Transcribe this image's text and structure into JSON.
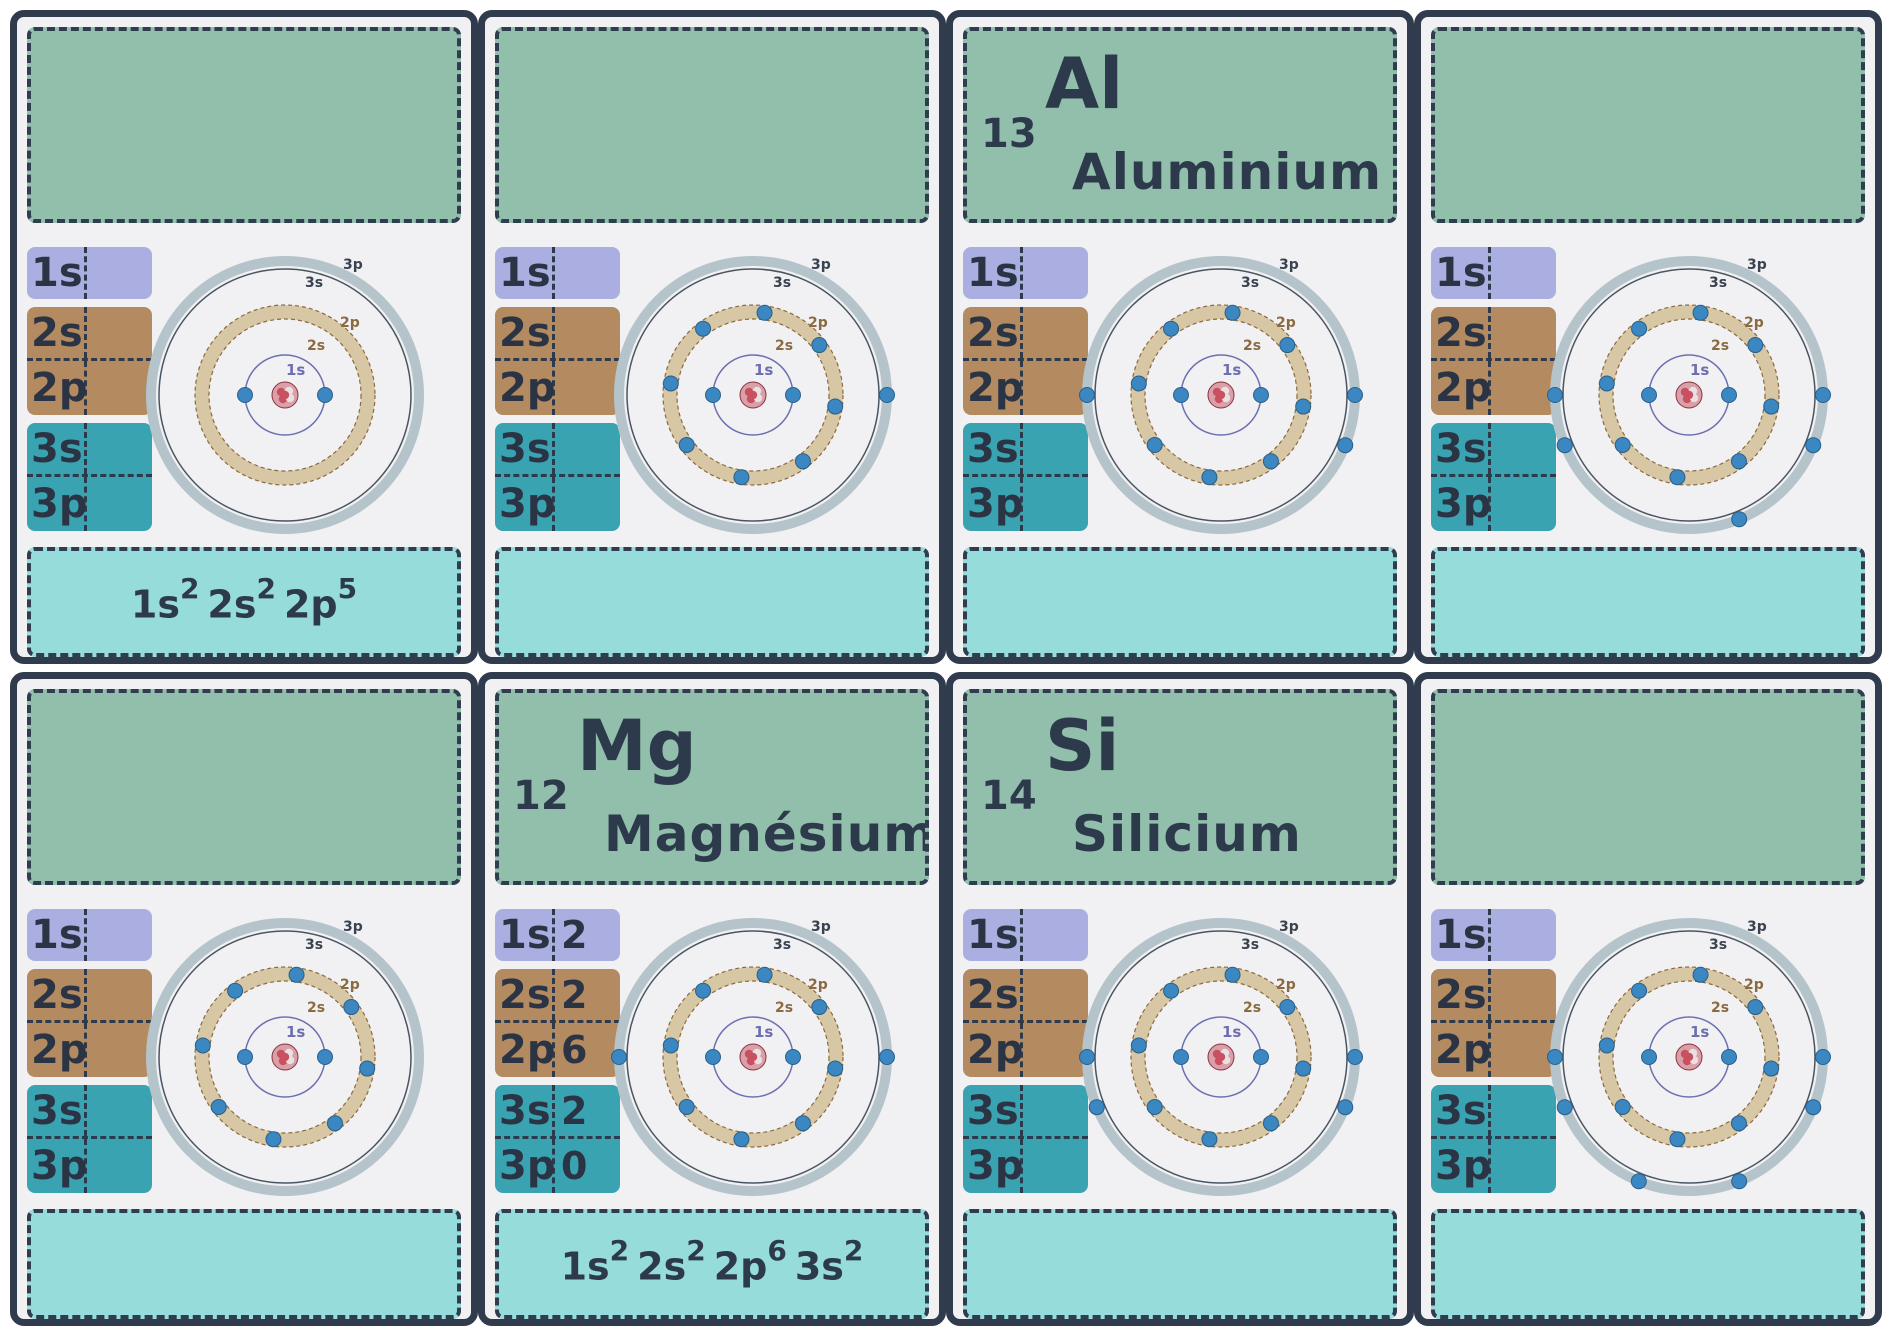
{
  "orbital_labels": [
    "1s",
    "2s",
    "2p",
    "3s",
    "3p"
  ],
  "shell_labels": {
    "s1": "1s",
    "s2s": "2s",
    "s2p": "2p",
    "s3s": "3s",
    "s3p": "3p"
  },
  "colors": {
    "card_border": "#303c4d",
    "card_bg": "#f1f1f3",
    "header_bg": "#92bfac",
    "config_bg": "#96dcdb",
    "orbital_1s": "#abaee0",
    "orbital_2": "#b48a60",
    "orbital_3": "#3aa3b2",
    "electron": "#3a87c2",
    "shell_2_band": "#d8c7a4",
    "shell_3_band": "#b5c3cb",
    "nucleus": "#c95060"
  },
  "cards": [
    {
      "number": "",
      "symbol": "",
      "name": "",
      "orbitals": {
        "1s": "",
        "2s": "",
        "2p": "",
        "3s": "",
        "3p": ""
      },
      "config": [
        {
          "orbital": "1s",
          "count": "2"
        },
        {
          "orbital": "2s",
          "count": "2"
        },
        {
          "orbital": "2p",
          "count": "5"
        }
      ],
      "electrons": {
        "shell1": 2,
        "shell2": 0,
        "shell3": 0
      }
    },
    {
      "number": "",
      "symbol": "",
      "name": "",
      "orbitals": {
        "1s": "",
        "2s": "",
        "2p": "",
        "3s": "",
        "3p": ""
      },
      "config": [],
      "electrons": {
        "shell1": 2,
        "shell2": 8,
        "shell3": 1
      }
    },
    {
      "number": "13",
      "symbol": "Al",
      "name": "Aluminium",
      "orbitals": {
        "1s": "",
        "2s": "",
        "2p": "",
        "3s": "",
        "3p": ""
      },
      "config": [],
      "electrons": {
        "shell1": 2,
        "shell2": 8,
        "shell3": 3
      }
    },
    {
      "number": "",
      "symbol": "",
      "name": "",
      "orbitals": {
        "1s": "",
        "2s": "",
        "2p": "",
        "3s": "",
        "3p": ""
      },
      "config": [],
      "electrons": {
        "shell1": 2,
        "shell2": 8,
        "shell3": 5
      }
    },
    {
      "number": "",
      "symbol": "",
      "name": "",
      "orbitals": {
        "1s": "",
        "2s": "",
        "2p": "",
        "3s": "",
        "3p": ""
      },
      "config": [],
      "electrons": {
        "shell1": 2,
        "shell2": 8,
        "shell3": 0
      }
    },
    {
      "number": "12",
      "symbol": "Mg",
      "name": "Magnésium",
      "orbitals": {
        "1s": "2",
        "2s": "2",
        "2p": "6",
        "3s": "2",
        "3p": "0"
      },
      "config": [
        {
          "orbital": "1s",
          "count": "2"
        },
        {
          "orbital": "2s",
          "count": "2"
        },
        {
          "orbital": "2p",
          "count": "6"
        },
        {
          "orbital": "3s",
          "count": "2"
        }
      ],
      "electrons": {
        "shell1": 2,
        "shell2": 8,
        "shell3": 2
      }
    },
    {
      "number": "14",
      "symbol": "Si",
      "name": "Silicium",
      "orbitals": {
        "1s": "",
        "2s": "",
        "2p": "",
        "3s": "",
        "3p": ""
      },
      "config": [],
      "electrons": {
        "shell1": 2,
        "shell2": 8,
        "shell3": 4
      }
    },
    {
      "number": "",
      "symbol": "",
      "name": "",
      "orbitals": {
        "1s": "",
        "2s": "",
        "2p": "",
        "3s": "",
        "3p": ""
      },
      "config": [],
      "electrons": {
        "shell1": 2,
        "shell2": 8,
        "shell3": 6
      }
    }
  ]
}
